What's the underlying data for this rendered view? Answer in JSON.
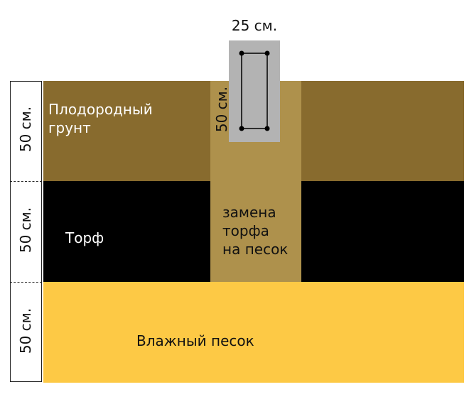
{
  "colors": {
    "fertile_soil": "#886b2e",
    "peat": "#000000",
    "wet_sand": "#fdc945",
    "trench_sand": "#ae914c",
    "footing": "#b3b3b3",
    "rebar": "#000000",
    "label_light": "#ffffff",
    "label_dark": "#111111"
  },
  "dimensions": {
    "footing_width": "25 см.",
    "footing_depth": "50 см.",
    "layer_thickness": [
      "50 см.",
      "50 см.",
      "50 см."
    ]
  },
  "layers": [
    {
      "name": "Плодородный\nгрунт"
    },
    {
      "name": "Торф"
    },
    {
      "name": "Влажный песок"
    }
  ],
  "trench": {
    "label": "замена\nторфа\nна песок"
  }
}
